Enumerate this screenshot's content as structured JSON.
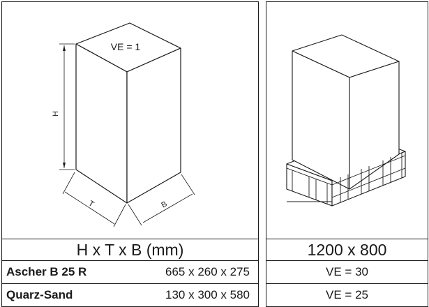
{
  "left_panel": {
    "box_label": "VE = 1",
    "dim_h": "H",
    "dim_t": "T",
    "dim_b": "B",
    "header": "H x T x B (mm)",
    "rows": [
      {
        "name": "Ascher B 25 R",
        "dims": "665 x 260 x 275"
      },
      {
        "name": "Quarz-Sand",
        "dims": "130 x 300 x 580"
      }
    ]
  },
  "right_panel": {
    "header": "1200 x 800",
    "rows": [
      {
        "value": "VE = 30"
      },
      {
        "value": "VE = 25"
      }
    ]
  }
}
